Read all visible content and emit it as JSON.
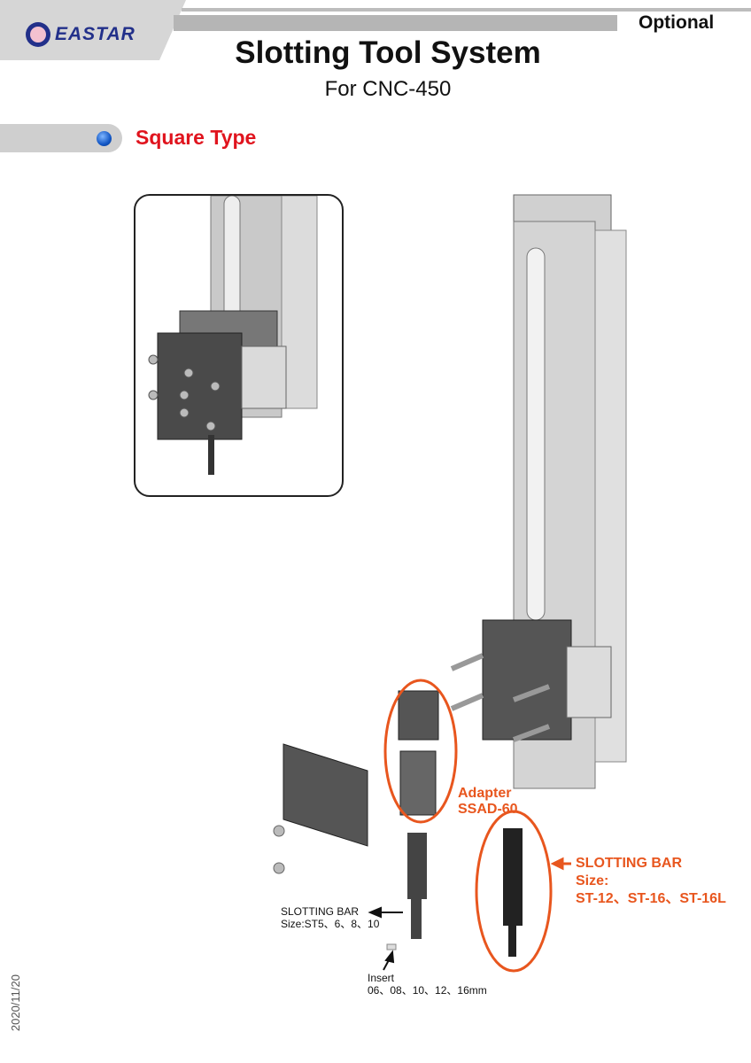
{
  "logo": {
    "text": "EASTAR"
  },
  "header": {
    "optional_label": "Optional",
    "title": "Slotting Tool System",
    "subtitle": "For CNC-450"
  },
  "section": {
    "title": "Square Type"
  },
  "callouts": {
    "adapter": {
      "line1": "Adapter",
      "line2": "SSAD-60"
    },
    "slotting_bar_large": {
      "line1": "SLOTTING BAR",
      "line2": "Size:",
      "line3": "ST-12、ST-16、ST-16L"
    },
    "slotting_bar_small": {
      "line1": "SLOTTING BAR",
      "line2": "Size:ST5、6、8、10"
    },
    "insert": {
      "line1": "Insert",
      "line2": "06、08、10、12、16mm"
    }
  },
  "footer": {
    "date": "2020/11/20"
  },
  "colors": {
    "accent_red": "#e0141e",
    "callout_orange": "#e8561e",
    "logo_blue": "#22308a"
  }
}
